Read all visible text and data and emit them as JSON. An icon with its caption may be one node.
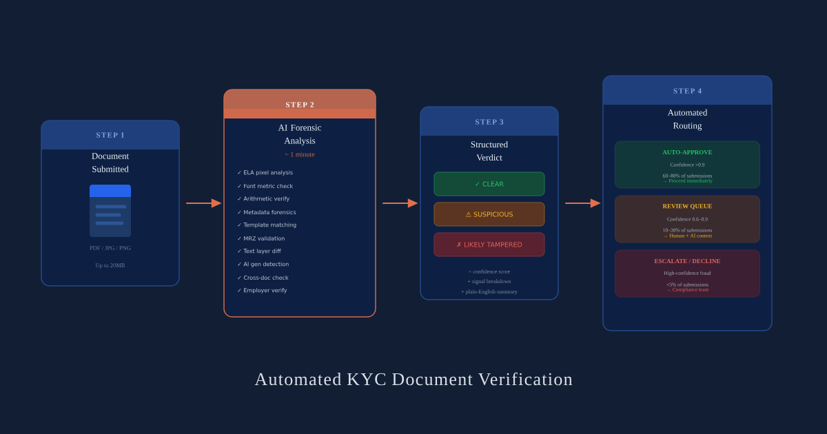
{
  "diagram": {
    "title": "Automated KYC Document Verification",
    "nodes": [
      {
        "text": [
          "STEP 1",
          "Document Submitted",
          "PDF / JPG / PNG",
          "Up to 20MB"
        ]
      },
      {
        "text": [
          "STEP 2",
          "AI Forensic Analysis",
          "~ 1 minute",
          "✓ ELA pixel analysis",
          "✓ Font metric check",
          "✓ Arithmetic verify",
          "✓ Metadata forensics",
          "✓ Template matching",
          "✓ MRZ validation",
          "✓ Text layer diff",
          "✓ AI gen detection",
          "✓ Cross-doc check",
          "✓ Employer verify"
        ]
      },
      {
        "text": [
          "STEP 3",
          "Structured Verdict",
          "+ confidence score",
          "+ signal breakdown",
          "+ plain-English summary"
        ]
      },
      {
        "text": [
          "✓ CLEAR"
        ],
        "in": 2
      },
      {
        "text": [
          "⚠ SUSPICIOUS"
        ],
        "in": 2
      },
      {
        "text": [
          "✗ LIKELY TAMPERED"
        ],
        "in": 2
      },
      {
        "text": [
          "STEP 4",
          "Automated Routing"
        ]
      },
      {
        "text": [
          "AUTO-APPROVE",
          "Confidence >0.9",
          "60–80% of submissions",
          "→ Proceed immediately"
        ],
        "in": 6
      },
      {
        "text": [
          "REVIEW QUEUE",
          "Confidence 0.6–0.9",
          "10–30% of submissions",
          "→ Human + AI context"
        ],
        "in": 6
      },
      {
        "text": [
          "ESCALATE / DECLINE",
          "High-confidence fraud",
          "<5% of submissions",
          "→ Compliance team"
        ],
        "in": 6
      }
    ],
    "edges": [
      {
        "from": 0,
        "to": 1,
        "arrow": "to"
      },
      {
        "from": 1,
        "to": 2,
        "arrow": "to"
      },
      {
        "from": 2,
        "to": 6,
        "arrow": "to"
      }
    ]
  }
}
